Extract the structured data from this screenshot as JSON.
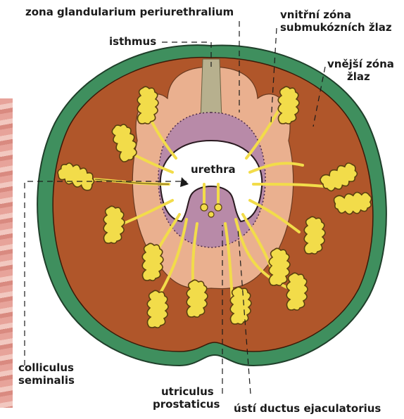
{
  "labels": {
    "zona_glandularium": "zona glandularium periurethralium",
    "isthmus": "isthmus",
    "vnitrni_zona": [
      "vnitřní zóna",
      "submukózních žlaz"
    ],
    "vnejsi_zona": [
      "vnější zóna",
      "žlaz"
    ],
    "urethra": "urethra",
    "colliculus": [
      "colliculus",
      "seminalis"
    ],
    "utriculus": [
      "utriculus",
      "prostaticus"
    ],
    "usti": "ústí ductus ejaculatorius"
  },
  "colors": {
    "capsule": "#3f8f5e",
    "outer_zone": "#b0562a",
    "inner_zone": "#eab08f",
    "periurethral": "#b88aa8",
    "urethra_lumen": "#ffffff",
    "gland": "#f2dc4a",
    "gland_outline": "#5a4010"
  }
}
